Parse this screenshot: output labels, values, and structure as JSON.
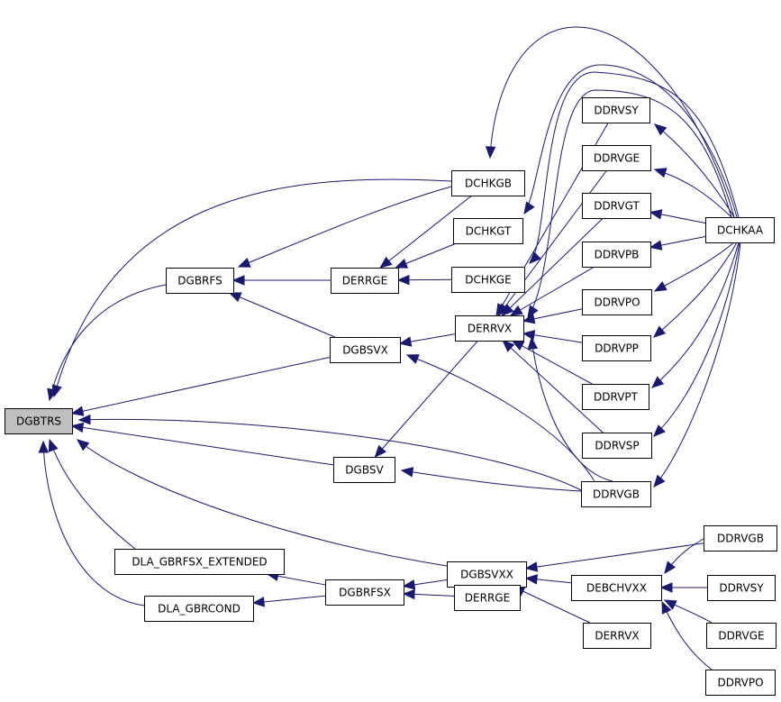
{
  "graph": {
    "colors": {
      "edge": "#191970",
      "root_fill": "#bfbfbf",
      "node_fill": "#ffffff",
      "node_border": "#000000"
    },
    "nodes": {
      "dgbtrs": "DGBTRS",
      "dgbrfs": "DGBRFS",
      "dla_gbrfsx_extended": "DLA_GBRFSX_EXTENDED",
      "dla_gbrcond": "DLA_GBRCOND",
      "dchkgb": "DCHKGB",
      "dchkgt": "DCHKGT",
      "dchkge": "DCHKGE",
      "derrge_a": "DERRGE",
      "dgbsvx": "DGBSVX",
      "dgbsv": "DGBSV",
      "dgbrfsx": "DGBRFSX",
      "derrvx_a": "DERRVX",
      "dgbsvxx": "DGBSVXX",
      "derrge_b": "DERRGE",
      "ddrvsy_a": "DDRVSY",
      "ddrvge_a": "DDRVGE",
      "ddrvgt": "DDRVGT",
      "ddrvpb": "DDRVPB",
      "ddrvpo_a": "DDRVPO",
      "ddrvpp": "DDRVPP",
      "ddrvpt": "DDRVPT",
      "ddrvsp": "DDRVSP",
      "ddrvgb_a": "DDRVGB",
      "debchvxx": "DEBCHVXX",
      "derrvx_b": "DERRVX",
      "dchkaa": "DCHKAA",
      "ddrvgb_b": "DDRVGB",
      "ddrvsy_b": "DDRVSY",
      "ddrvge_b": "DDRVGE",
      "ddrvpo_b": "DDRVPO"
    }
  }
}
